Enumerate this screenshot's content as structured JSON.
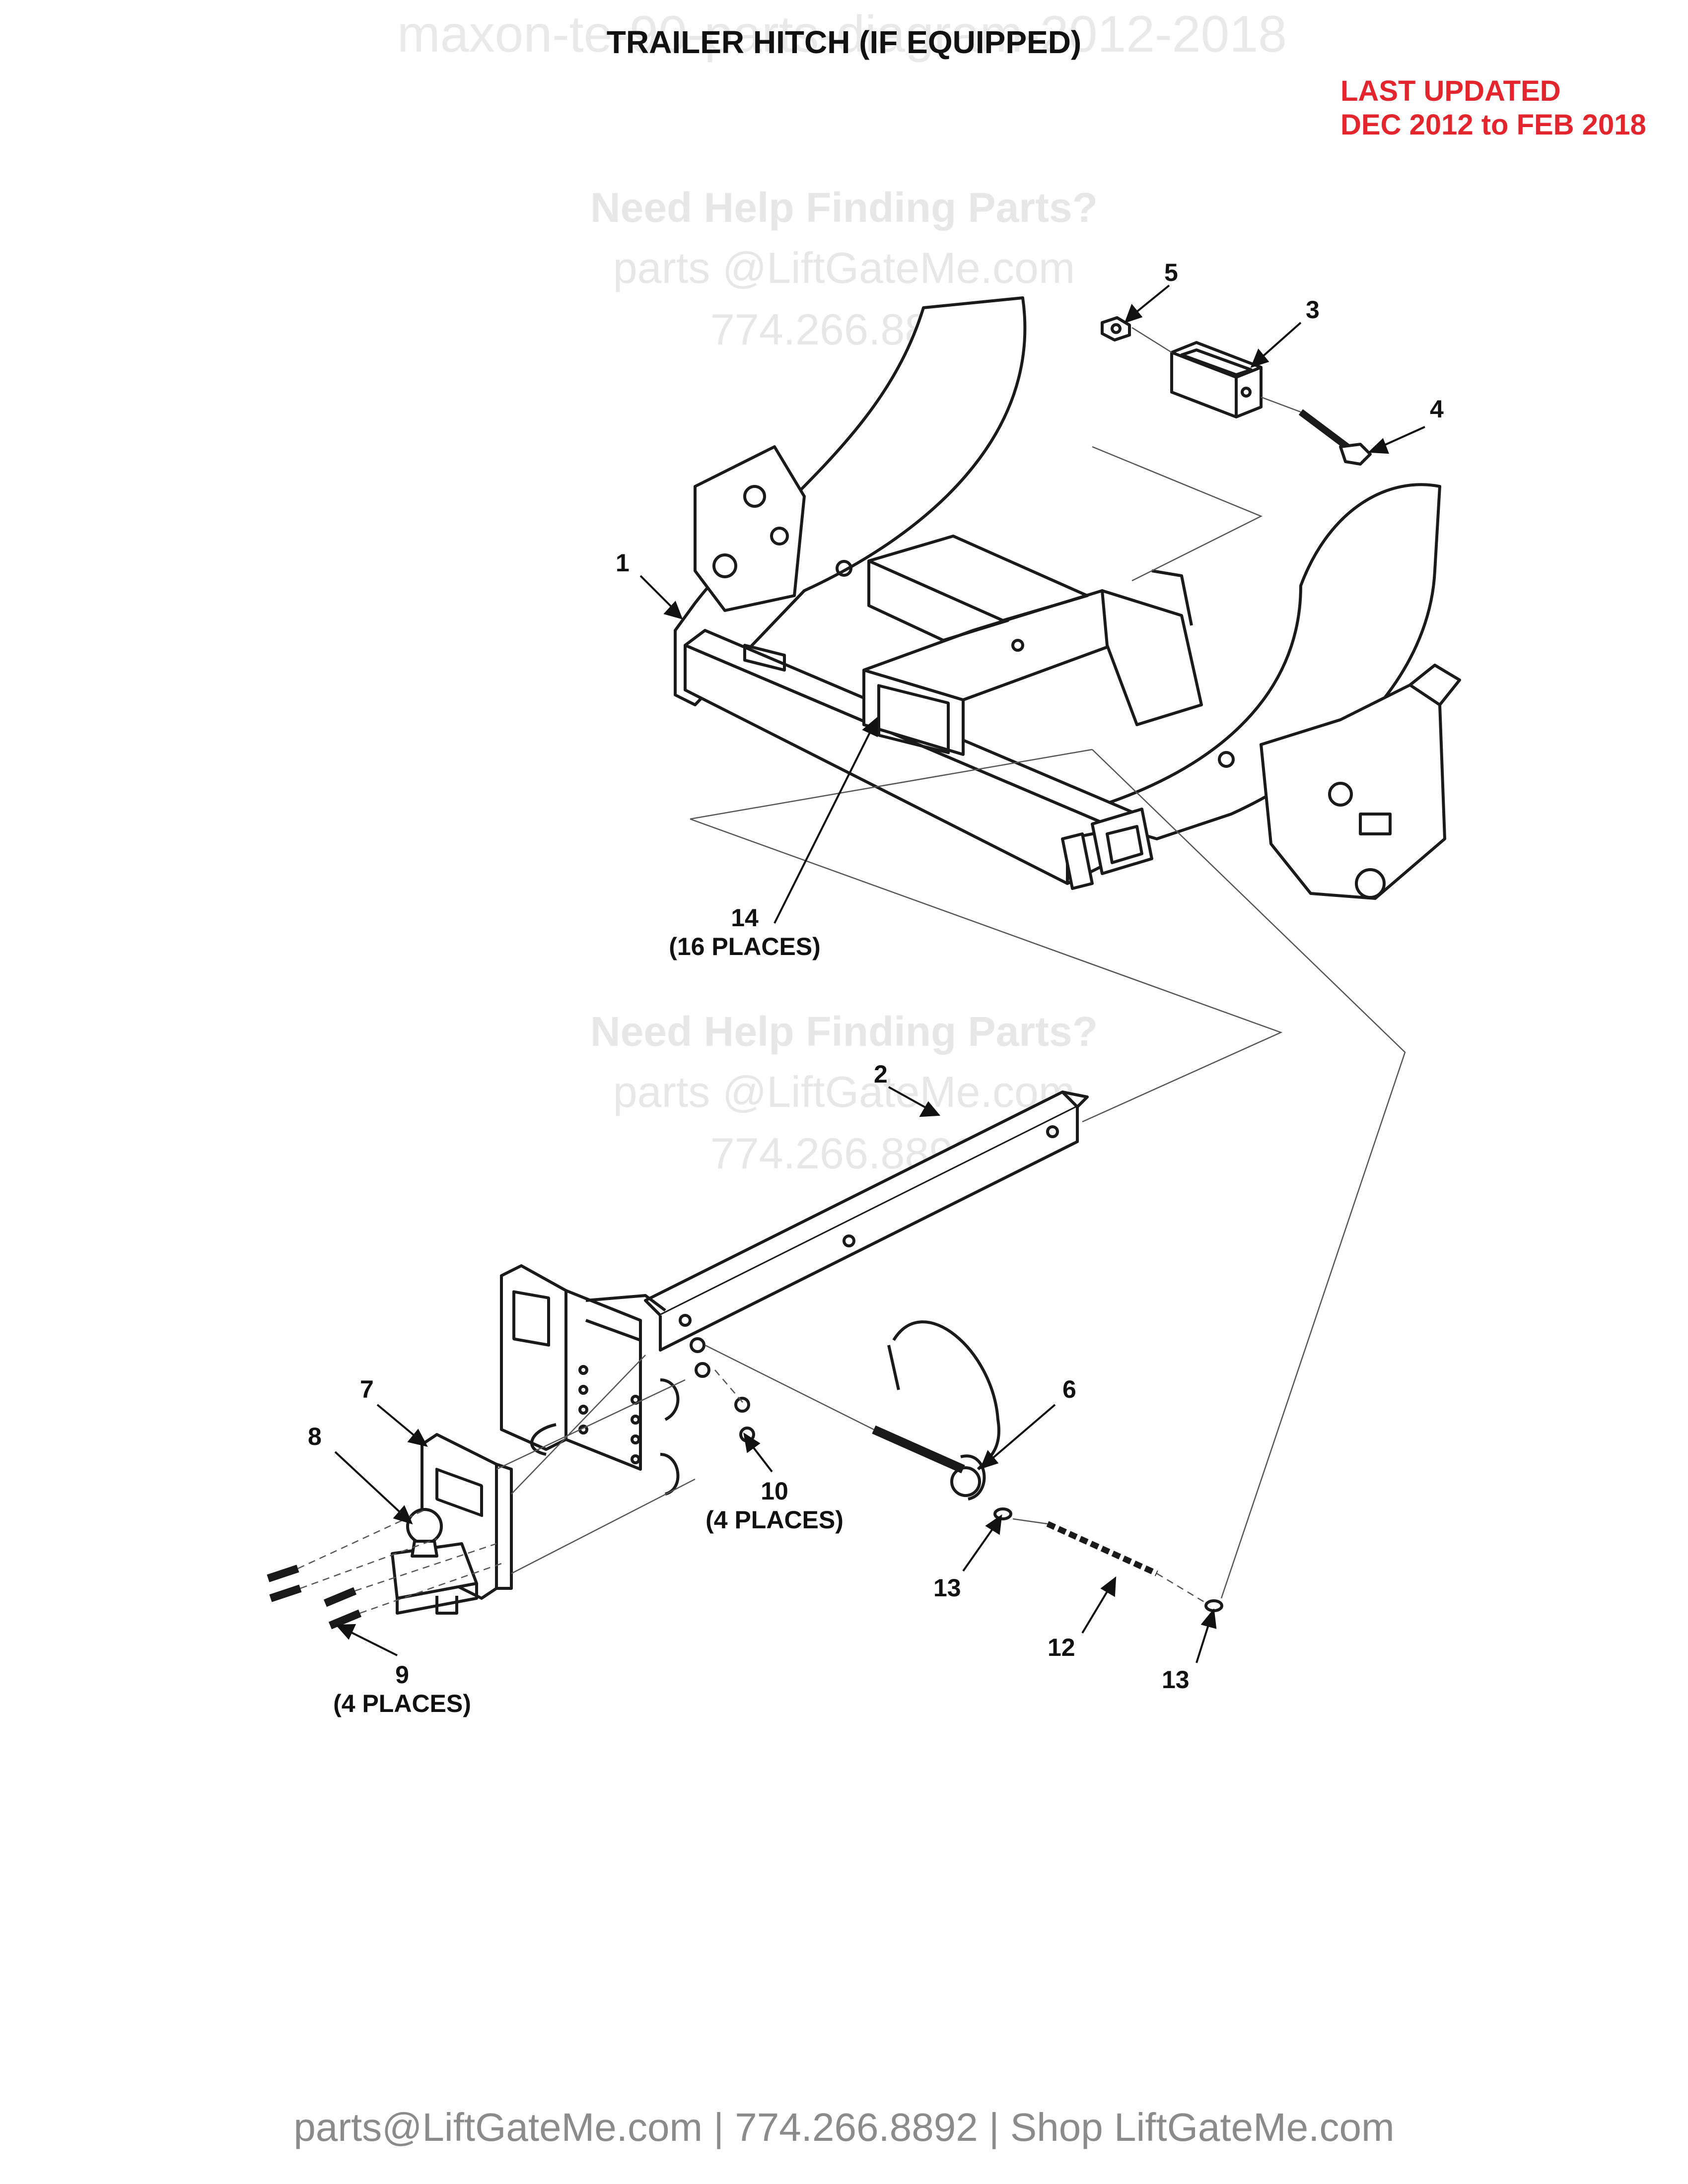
{
  "watermark_top": "maxon-te-90-parts-diagram-2012-2018",
  "title": "TRAILER HITCH (IF EQUIPPED)",
  "last_updated": {
    "line1": "LAST UPDATED",
    "line2": "DEC 2012 to FEB 2018",
    "color": "#e3262d"
  },
  "help_watermark": {
    "heading": "Need Help Finding Parts?",
    "email": "parts @LiftGateMe.com",
    "phone": "774.266.8892"
  },
  "callouts": [
    {
      "id": "c1",
      "number": "1",
      "note": ""
    },
    {
      "id": "c2",
      "number": "2",
      "note": ""
    },
    {
      "id": "c3",
      "number": "3",
      "note": ""
    },
    {
      "id": "c4",
      "number": "4",
      "note": ""
    },
    {
      "id": "c5",
      "number": "5",
      "note": ""
    },
    {
      "id": "c6",
      "number": "6",
      "note": ""
    },
    {
      "id": "c7",
      "number": "7",
      "note": ""
    },
    {
      "id": "c8",
      "number": "8",
      "note": ""
    },
    {
      "id": "c9",
      "number": "9",
      "note": "(4 PLACES)"
    },
    {
      "id": "c10",
      "number": "10",
      "note": "(4 PLACES)"
    },
    {
      "id": "c12",
      "number": "12",
      "note": ""
    },
    {
      "id": "c13a",
      "number": "13",
      "note": ""
    },
    {
      "id": "c13b",
      "number": "13",
      "note": ""
    },
    {
      "id": "c14",
      "number": "14",
      "note": "(16 PLACES)"
    }
  ],
  "footer": "parts@LiftGateMe.com | 774.266.8892 | Shop LiftGateMe.com"
}
